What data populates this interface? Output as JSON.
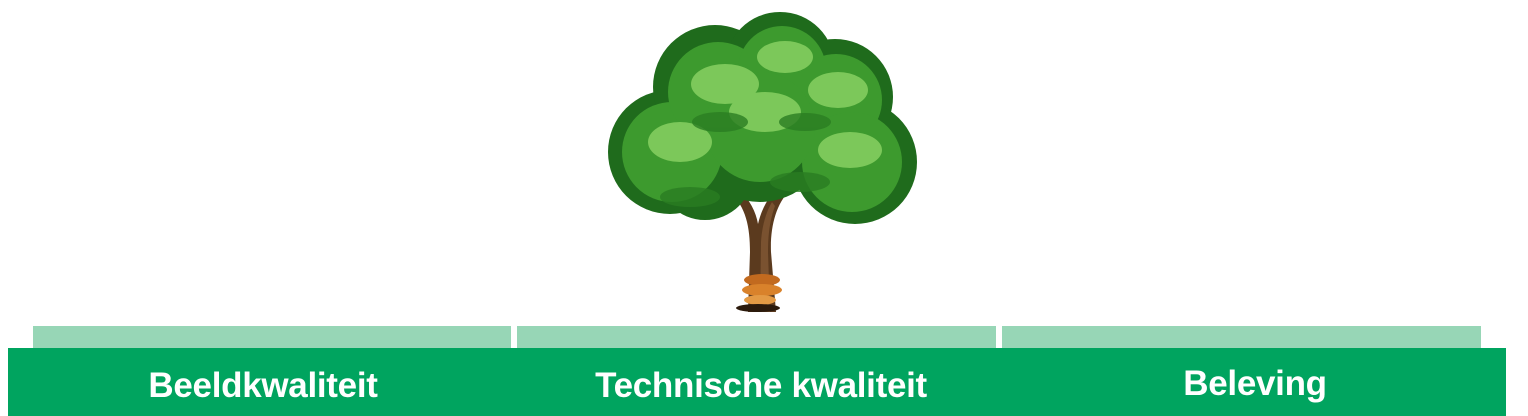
{
  "categories": [
    {
      "label": "Beeldkwaliteit"
    },
    {
      "label": "Technische kwaliteit"
    },
    {
      "label": "Beleving"
    }
  ],
  "illustration": {
    "icon": "tree-icon",
    "colors": {
      "foliage_dark": "#1f6b1c",
      "foliage_mid": "#3d9a2e",
      "foliage_light": "#7cc85a",
      "trunk": "#5b3a1e",
      "fungus": "#d9822b"
    }
  },
  "colors": {
    "bar": "#00a45f",
    "tab_strip": "#97d6b6",
    "label_text": "#ffffff"
  }
}
